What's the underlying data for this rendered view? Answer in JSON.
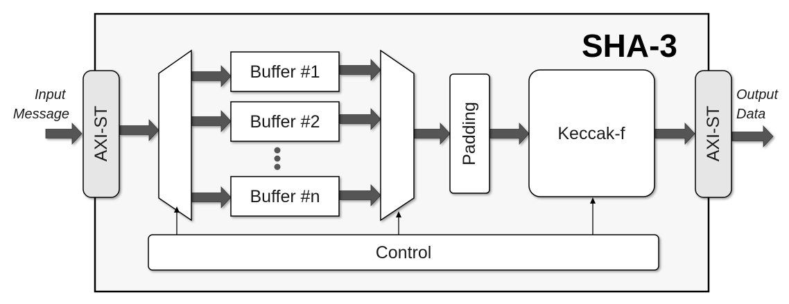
{
  "title": "SHA-3",
  "input_label": [
    "Input",
    "Message"
  ],
  "output_label": [
    "Output",
    "Data"
  ],
  "axi_in_label": "AXI-ST",
  "axi_out_label": "AXI-ST",
  "buffers": [
    "Buffer #1",
    "Buffer #2",
    "Buffer #n"
  ],
  "padding_label": "Padding",
  "keccak_label": "Keccak-f",
  "control_label": "Control",
  "colors": {
    "outer_fill": "#f7f7f7",
    "axi_fill": "#e6e6e6",
    "arrow_fill": "#555555",
    "dots_fill": "#555555",
    "stroke": "#000000"
  }
}
